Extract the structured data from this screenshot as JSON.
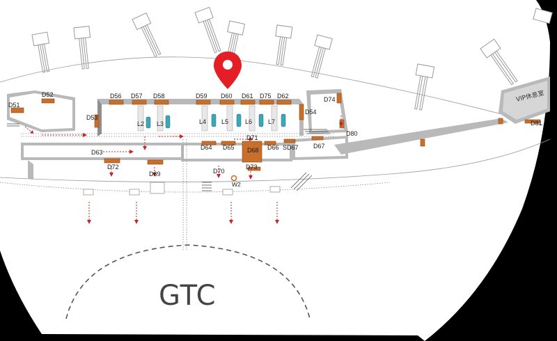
{
  "map": {
    "gates_top": [
      "D56",
      "D57",
      "D58",
      "D59",
      "D60",
      "D61",
      "D75",
      "D62"
    ],
    "gates_left": [
      "D51",
      "D52",
      "D53"
    ],
    "gates_right": [
      "D54",
      "D74",
      "D80",
      "D81"
    ],
    "gates_lower": [
      "D63",
      "D64",
      "D65",
      "D71",
      "D68",
      "D66",
      "SD67",
      "D67"
    ],
    "gates_bottom": [
      "D72",
      "D69",
      "D70",
      "D73"
    ],
    "lounges": [
      "L2",
      "L3",
      "L4",
      "L5",
      "L6",
      "L7"
    ],
    "vip_label": "VIP休息室",
    "marker_w2": "W2",
    "gtc_label": "GTC",
    "colors": {
      "gate": "#c96f2c",
      "pin": "#e41e26",
      "route": "#c0262b",
      "kiosk": "#3fa6b5"
    },
    "icons": [
      "location-pin-icon",
      "route-arrow-icon",
      "restroom-icon"
    ]
  }
}
